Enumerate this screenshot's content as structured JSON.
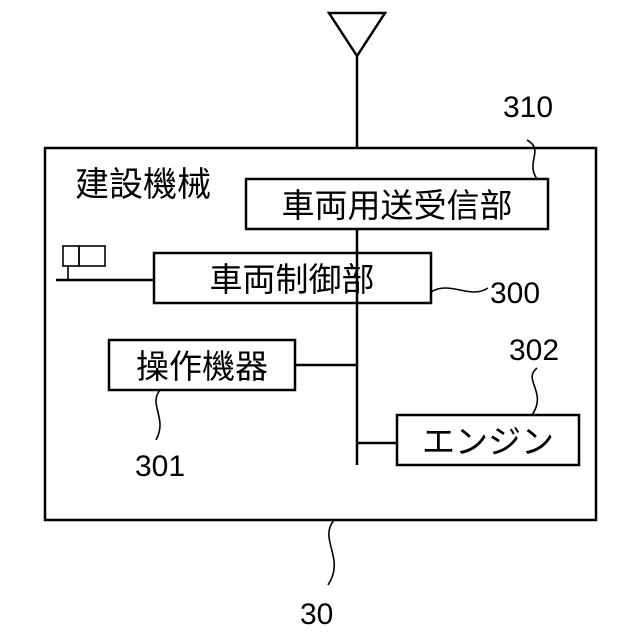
{
  "diagram": {
    "container_title": "建設機械",
    "blocks": {
      "transceiver": "車両用送受信部",
      "vehicle_controller": "車両制御部",
      "operation_device": "操作機器",
      "engine": "エンジン"
    },
    "reference_numerals": {
      "machine": "30",
      "vehicle_controller": "300",
      "operation_device": "301",
      "engine": "302",
      "transceiver": "310"
    }
  }
}
